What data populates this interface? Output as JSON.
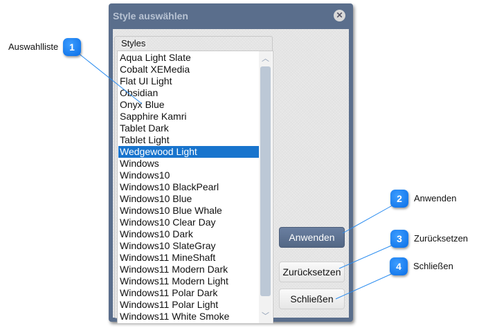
{
  "dialog": {
    "title": "Style auswählen",
    "close_icon": "close-icon"
  },
  "styles": {
    "legend": "Styles",
    "selected": "Wedgewood Light",
    "items": [
      "Aqua Light Slate",
      "Cobalt XEMedia",
      "Flat UI Light",
      "Obsidian",
      "Onyx Blue",
      "Sapphire Kamri",
      "Tablet Dark",
      "Tablet Light",
      "Wedgewood Light",
      "Windows",
      "Windows10",
      "Windows10 BlackPearl",
      "Windows10 Blue",
      "Windows10 Blue Whale",
      "Windows10 Clear Day",
      "Windows10 Dark",
      "Windows10 SlateGray",
      "Windows11 MineShaft",
      "Windows11 Modern Dark",
      "Windows11 Modern Light",
      "Windows11 Polar Dark",
      "Windows11 Polar Light",
      "Windows11 White Smoke"
    ]
  },
  "buttons": {
    "apply": "Anwenden",
    "reset": "Zurücksetzen",
    "close": "Schließen"
  },
  "callouts": [
    {
      "number": "1",
      "label": "Auswahlliste"
    },
    {
      "number": "2",
      "label": "Anwenden"
    },
    {
      "number": "3",
      "label": "Zurücksetzen"
    },
    {
      "number": "4",
      "label": "Schließen"
    }
  ],
  "colors": {
    "accent": "#1874cd",
    "titlebar": "#5a6e8c",
    "callout": "#0a6ee6"
  }
}
